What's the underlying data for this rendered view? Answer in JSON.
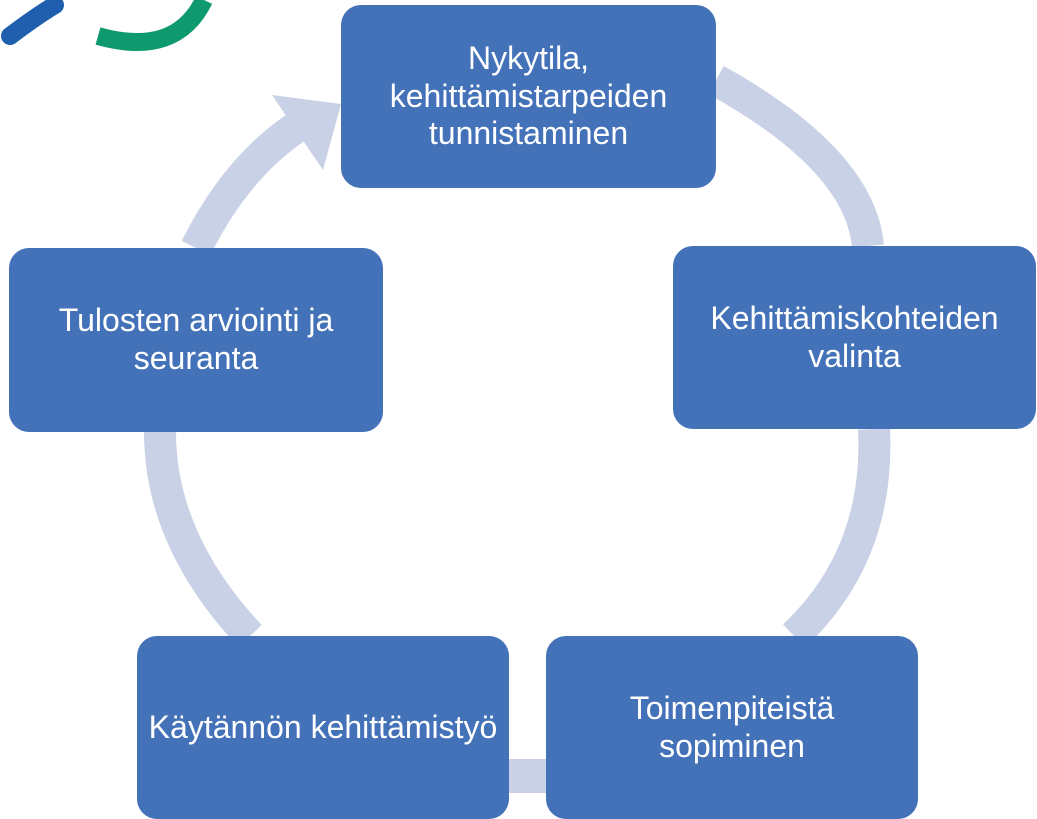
{
  "diagram": {
    "type": "cycle",
    "steps": [
      {
        "id": "node-1",
        "label": "Nykytila, kehittämistarpeiden tunnistaminen"
      },
      {
        "id": "node-2",
        "label": "Kehittämiskohteiden valinta"
      },
      {
        "id": "node-3",
        "label": "Toimenpiteistä sopiminen"
      },
      {
        "id": "node-4",
        "label": "Käytännön kehittämistyö"
      },
      {
        "id": "node-5",
        "label": "Tulosten arviointi ja seuranta"
      }
    ]
  },
  "colors": {
    "node_fill": "#4472b9",
    "node_text": "#ffffff",
    "cycle_arc": "#c9d1e6",
    "logo_blue": "#1f5fae",
    "logo_green": "#0e9a6e"
  },
  "logo": {
    "icon": "partial-circle-logo-icon"
  }
}
